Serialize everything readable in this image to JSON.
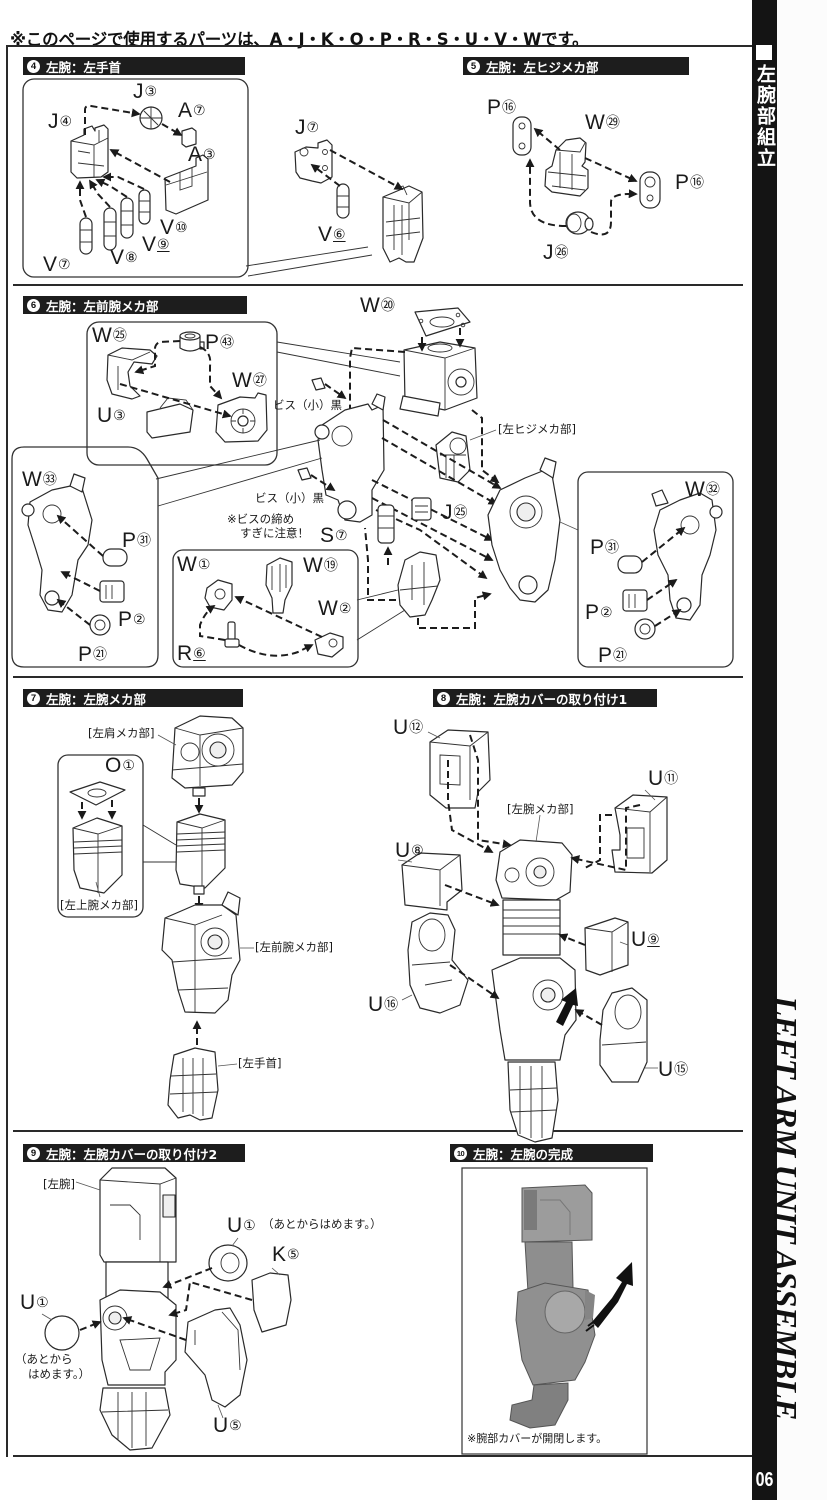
{
  "header": {
    "parts_notice": "※このページで使用するパーツは、A・J・K・O・P・R・S・U・V・Wです。"
  },
  "sidebar": {
    "title_jp": "左腕部組立",
    "title_en": "LEFT ARM UNIT ASSEMBLE",
    "page_number": "06"
  },
  "steps": [
    {
      "number": "4",
      "title": "左腕：左手首",
      "parts": [
        {
          "letter": "J",
          "num": "③"
        },
        {
          "letter": "A",
          "num": "⑦"
        },
        {
          "letter": "J",
          "num": "④"
        },
        {
          "letter": "A",
          "num": "③"
        },
        {
          "letter": "V",
          "num": "⑩"
        },
        {
          "letter": "V",
          "num": "⑨",
          "underlined": true
        },
        {
          "letter": "V",
          "num": "⑦"
        },
        {
          "letter": "V",
          "num": "⑧"
        },
        {
          "letter": "J",
          "num": "⑦"
        },
        {
          "letter": "V",
          "num": "⑥",
          "underlined": true
        }
      ]
    },
    {
      "number": "5",
      "title": "左腕：左ヒジメカ部",
      "parts": [
        {
          "letter": "P",
          "num": "⑯"
        },
        {
          "letter": "W",
          "num": "㉙"
        },
        {
          "letter": "P",
          "num": "⑯"
        },
        {
          "letter": "J",
          "num": "㉖"
        }
      ]
    },
    {
      "number": "6",
      "title": "左腕：左前腕メカ部",
      "parts": [
        {
          "letter": "W",
          "num": "⑳"
        },
        {
          "letter": "W",
          "num": "㉕"
        },
        {
          "letter": "P",
          "num": "㊸"
        },
        {
          "letter": "W",
          "num": "㉗"
        },
        {
          "letter": "U",
          "num": "③"
        },
        {
          "letter": "W",
          "num": "㉝"
        },
        {
          "letter": "P",
          "num": "㉛"
        },
        {
          "letter": "P",
          "num": "②"
        },
        {
          "letter": "P",
          "num": "㉑"
        },
        {
          "letter": "J",
          "num": "㉕"
        },
        {
          "letter": "S",
          "num": "⑦"
        },
        {
          "letter": "W",
          "num": "①"
        },
        {
          "letter": "W",
          "num": "⑲"
        },
        {
          "letter": "W",
          "num": "②"
        },
        {
          "letter": "R",
          "num": "⑥",
          "underlined": true
        },
        {
          "letter": "W",
          "num": "㉜"
        },
        {
          "letter": "P",
          "num": "㉛"
        },
        {
          "letter": "P",
          "num": "②"
        },
        {
          "letter": "P",
          "num": "㉑"
        }
      ],
      "notes": {
        "screw_1": "ビス（小）黒",
        "screw_2": "ビス（小）黒",
        "caution_line1": "※ビスの締め",
        "caution_line2": "すぎに注意！",
        "subassembly": "[左ヒジメカ部]"
      }
    },
    {
      "number": "7",
      "title": "左腕：左腕メカ部",
      "parts": [
        {
          "letter": "O",
          "num": "①"
        }
      ],
      "notes": [
        "[左肩メカ部]",
        "[左上腕メカ部]",
        "[左前腕メカ部]",
        "[左手首]"
      ]
    },
    {
      "number": "8",
      "title": "左腕：左腕カバーの取り付け1",
      "parts": [
        {
          "letter": "U",
          "num": "⑫"
        },
        {
          "letter": "U",
          "num": "⑪"
        },
        {
          "letter": "U",
          "num": "⑧"
        },
        {
          "letter": "U",
          "num": "⑨",
          "underlined": true
        },
        {
          "letter": "U",
          "num": "⑯"
        },
        {
          "letter": "U",
          "num": "⑮"
        }
      ],
      "notes": [
        "[左腕メカ部]"
      ]
    },
    {
      "number": "9",
      "title": "左腕：左腕カバーの取り付け2",
      "parts": [
        {
          "letter": "U",
          "num": "①"
        },
        {
          "letter": "K",
          "num": "⑤"
        },
        {
          "letter": "U",
          "num": "①"
        },
        {
          "letter": "U",
          "num": "⑤"
        }
      ],
      "notes": [
        "[左腕]",
        "（あとからはめます。）",
        "（あとから",
        "はめます。）"
      ]
    },
    {
      "number": "10",
      "title": "左腕：左腕の完成",
      "notes": [
        "※腕部カバーが開閉します。"
      ]
    }
  ]
}
